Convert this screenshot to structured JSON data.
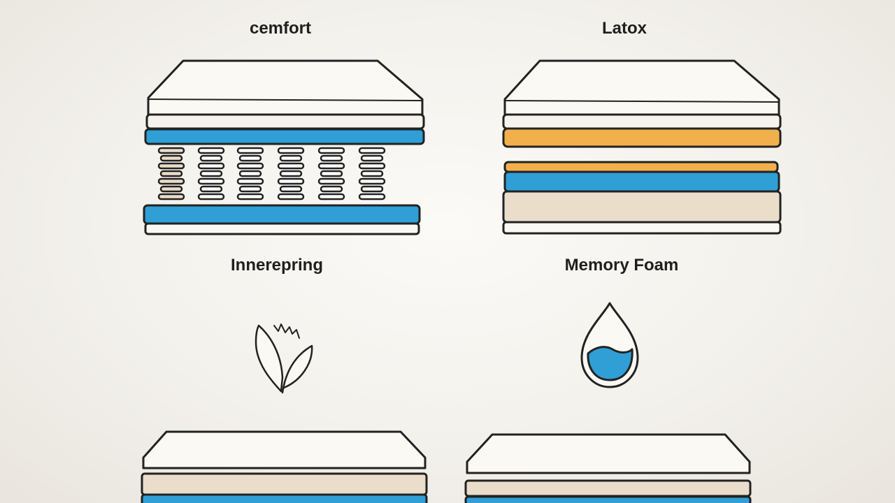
{
  "labels": {
    "top_left": "cemfort",
    "top_right": "Latox",
    "middle_left": "Innerepring",
    "middle_right": "Memory Foam"
  },
  "icons": {
    "left": "leaf-icon",
    "right": "water-drop-icon"
  },
  "colors": {
    "blue": "#2f9fd6",
    "orange": "#f2b04c",
    "beige": "#eaddc9",
    "cream": "#fbf9f3",
    "outline": "#222222"
  }
}
